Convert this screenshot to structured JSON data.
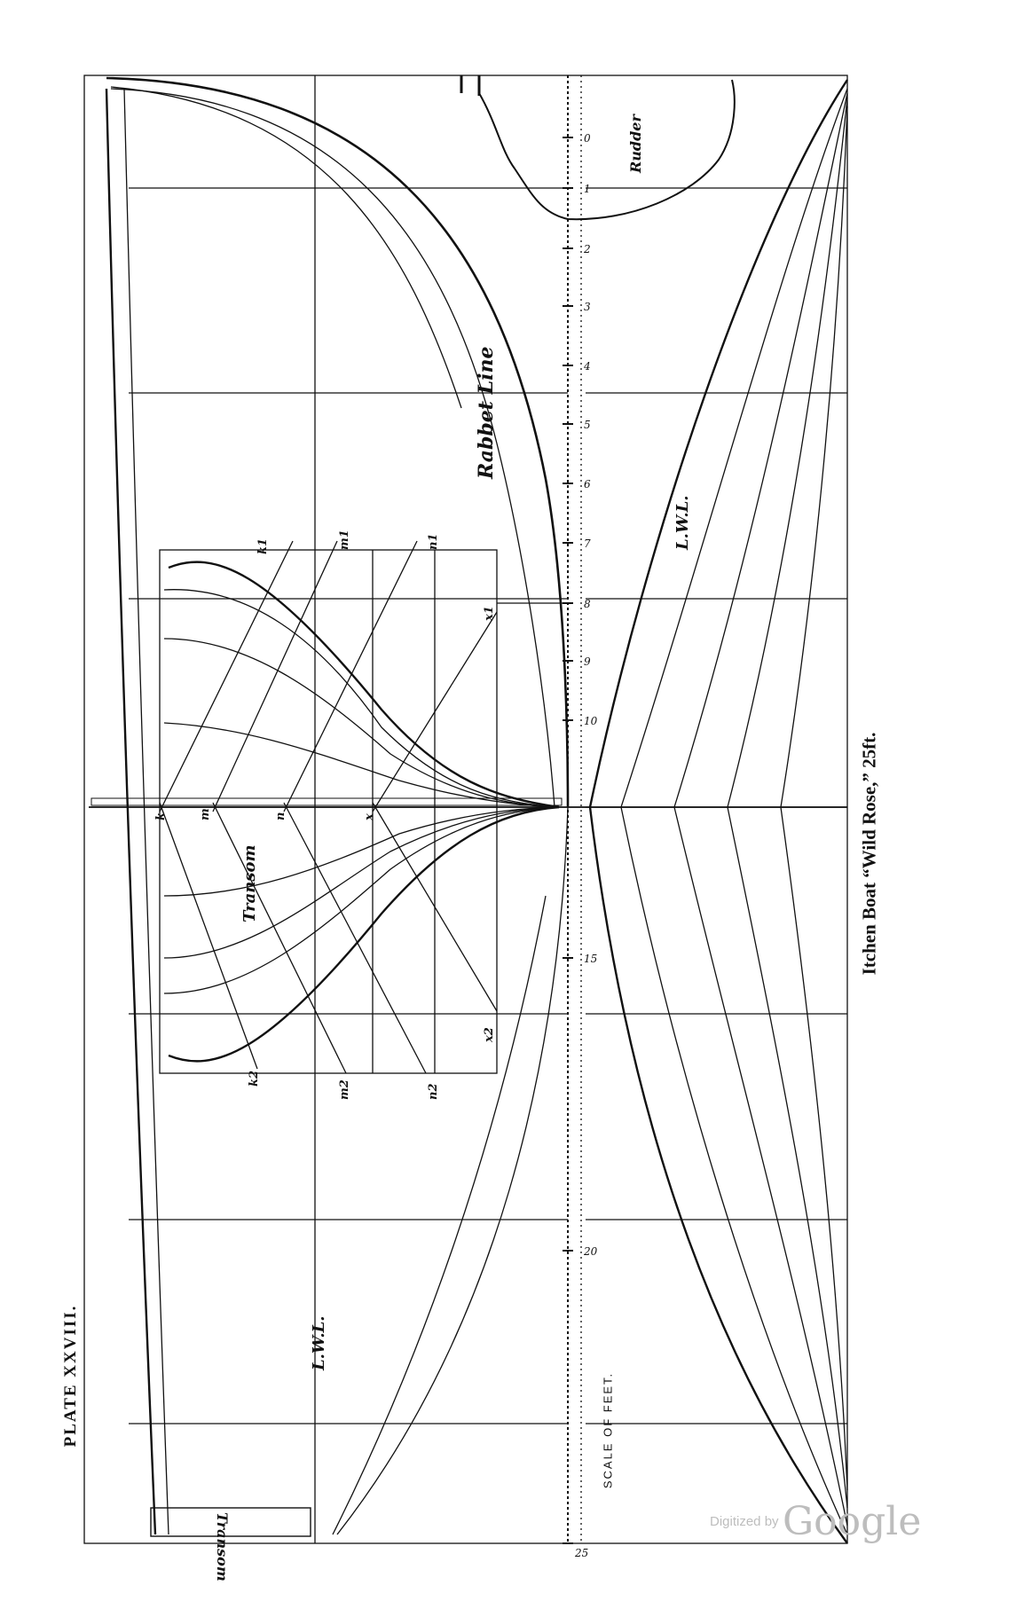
{
  "plate_title": "PLATE XXVIII.",
  "caption": "Itchen Boat “Wild Rose,” 25ft.",
  "scale_label": "SCALE OF FEET.",
  "watermark": {
    "prefix": "Digitized by",
    "brand": "Google"
  },
  "drawing_labels": {
    "rabbet_line": "Rabbet Line",
    "rudder": "Rudder",
    "lwl": "L.W.L.",
    "transom": "Transom"
  },
  "scale_ticks": [
    "0",
    "1",
    "2",
    "3",
    "4",
    "5",
    "6",
    "7",
    "8",
    "9",
    "10",
    "15",
    "20",
    "25"
  ],
  "section_labels": [
    "k1",
    "k2",
    "m1",
    "m2",
    "n1",
    "n2",
    "x1",
    "x2",
    "k",
    "m",
    "n",
    "x"
  ],
  "colors": {
    "ink": "#111111",
    "paper": "#ffffff",
    "watermark": "#bdbdbd"
  }
}
